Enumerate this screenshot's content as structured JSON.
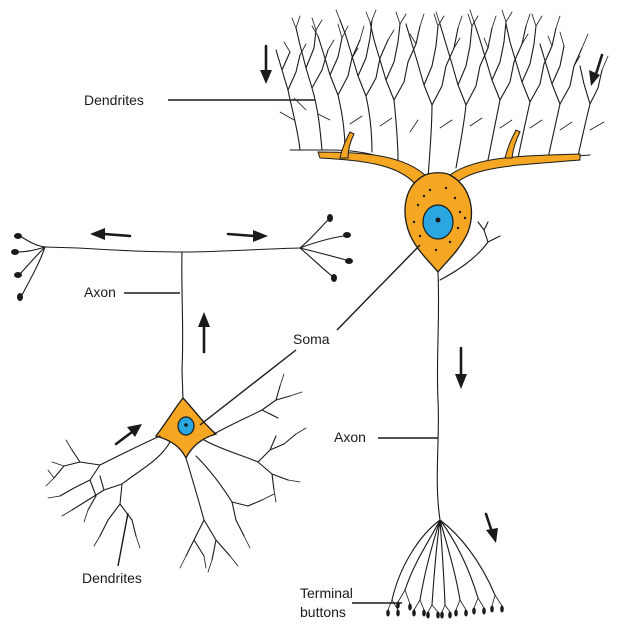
{
  "colors": {
    "cell_body": "#f5a623",
    "nucleus": "#2aa6e0",
    "ink": "#1a1a1a",
    "background": "#ffffff"
  },
  "labels": {
    "dendrites_top": "Dendrites",
    "axon_left": "Axon",
    "soma": "Soma",
    "axon_right": "Axon",
    "dendrites_bottom": "Dendrites",
    "terminal_line1": "Terminal",
    "terminal_line2": "buttons"
  }
}
